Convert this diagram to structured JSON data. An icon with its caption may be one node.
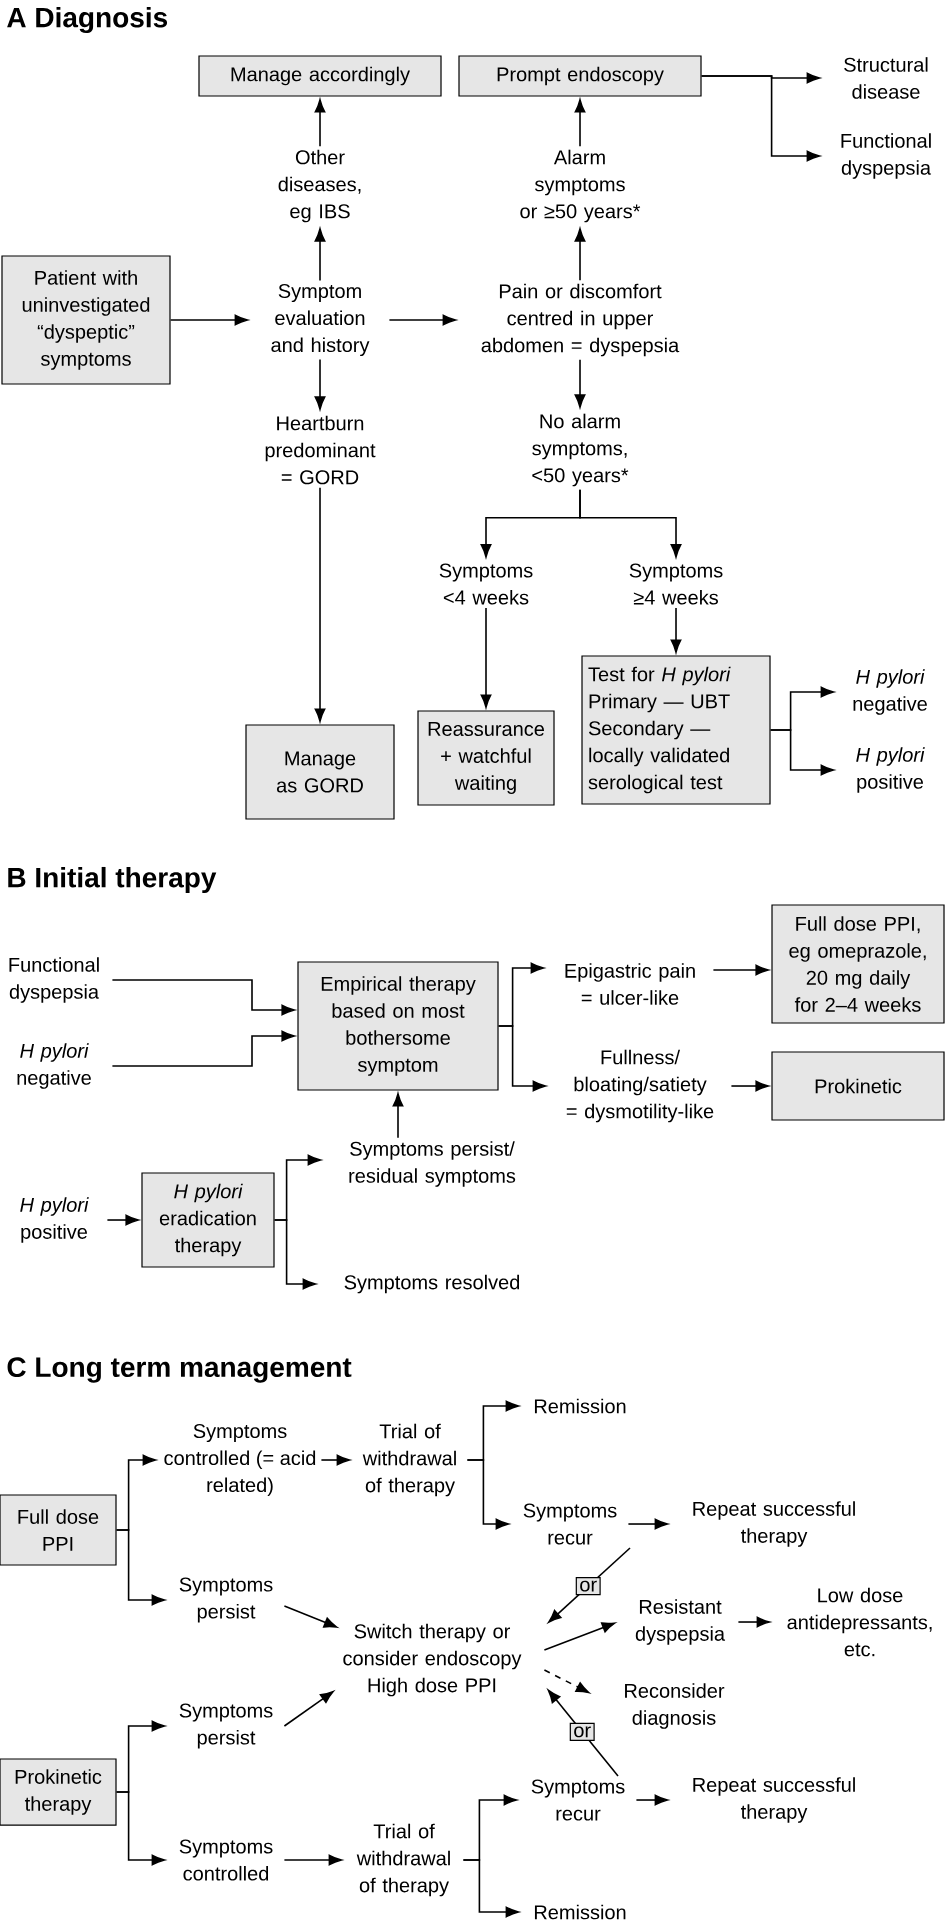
{
  "diagram": {
    "nodes": [
      {
        "text": [
          "Patient with uninvestigated “dyspeptic” symptoms"
        ]
      },
      {
        "text": [
          "Symptom evaluation and history"
        ]
      },
      {
        "text": [
          "Pain or discomfort centred in upper abdomen = dyspepsia"
        ]
      },
      {
        "text": [
          "Other diseases, eg IBS"
        ]
      },
      {
        "text": [
          "Manage accordingly"
        ]
      },
      {
        "text": [
          "Alarm symptoms or ≥50 years*"
        ]
      },
      {
        "text": [
          "Prompt endoscopy"
        ]
      },
      {
        "text": [
          "Structural disease"
        ]
      },
      {
        "text": [
          "Functional dyspepsia"
        ]
      },
      {
        "text": [
          "Heartburn predominant = GORD"
        ]
      },
      {
        "text": [
          "No alarm symptoms, <50 years*"
        ]
      },
      {
        "text": [
          "Symptoms <4 weeks"
        ]
      },
      {
        "text": [
          "Symptoms ≥4 weeks"
        ]
      },
      {
        "text": [
          "Manage as GORD"
        ]
      },
      {
        "text": [
          "Reassurance + watchful waiting"
        ]
      },
      {
        "text": [
          "Test for *H pylori*",
          "Primary — UBT",
          "Secondary — locally validated serological test"
        ]
      },
      {
        "text": [
          "*H pylori* negative"
        ]
      },
      {
        "text": [
          "*H pylori* positive"
        ]
      },
      {
        "text": [
          "Functional dyspepsia"
        ]
      },
      {
        "text": [
          "*H pylori* negative"
        ]
      },
      {
        "text": [
          "Empirical therapy based on most bothersome symptom"
        ]
      },
      {
        "text": [
          "Epigastric pain = ulcer-like"
        ]
      },
      {
        "text": [
          "Full dose PPI, eg omeprazole, 20 mg daily for 2–4 weeks"
        ]
      },
      {
        "text": [
          "Fullness/ bloating/satiety = dysmotility-like"
        ]
      },
      {
        "text": [
          "Prokinetic"
        ]
      },
      {
        "text": [
          "Symptoms persist/ residual symptoms"
        ]
      },
      {
        "text": [
          "*H pylori* positive"
        ]
      },
      {
        "text": [
          "*H pylori* eradication therapy"
        ]
      },
      {
        "text": [
          "Symptoms resolved"
        ]
      },
      {
        "text": [
          "Full dose PPI"
        ]
      },
      {
        "text": [
          "Symptoms controlled (= acid related)"
        ]
      },
      {
        "text": [
          "Trial of withdrawal of therapy"
        ]
      },
      {
        "text": [
          "Remission"
        ]
      },
      {
        "text": [
          "Symptoms recur"
        ]
      },
      {
        "text": [
          "Repeat successful therapy"
        ]
      },
      {
        "text": [
          "Symptoms persist"
        ]
      },
      {
        "text": [
          "Switch therapy or consider endoscopy High dose PPI"
        ]
      },
      {
        "text": [
          "Resistant dyspepsia"
        ]
      },
      {
        "text": [
          "Low dose antidepressants, etc."
        ]
      },
      {
        "text": [
          "Reconsider diagnosis"
        ]
      },
      {
        "text": [
          "Symptoms persist"
        ]
      },
      {
        "text": [
          "Prokinetic therapy"
        ]
      },
      {
        "text": [
          "Symptoms recur"
        ]
      },
      {
        "text": [
          "Repeat successful therapy"
        ]
      },
      {
        "text": [
          "Symptoms controlled"
        ]
      },
      {
        "text": [
          "Trial of withdrawal of therapy"
        ]
      },
      {
        "text": [
          "Remission"
        ]
      }
    ],
    "edges": [
      {
        "from": 0,
        "to": 1,
        "arrow": "to"
      },
      {
        "from": 1,
        "to": 2,
        "arrow": "to"
      },
      {
        "from": 1,
        "to": 3,
        "arrow": "to"
      },
      {
        "from": 3,
        "to": 4,
        "arrow": "to"
      },
      {
        "from": 2,
        "to": 5,
        "arrow": "to"
      },
      {
        "from": 5,
        "to": 6,
        "arrow": "to"
      },
      {
        "from": 6,
        "to": 7,
        "arrow": "to"
      },
      {
        "from": 6,
        "to": 8,
        "arrow": "to"
      },
      {
        "from": 1,
        "to": 9,
        "arrow": "to"
      },
      {
        "from": 2,
        "to": 10,
        "arrow": "to"
      },
      {
        "from": 9,
        "to": 13,
        "arrow": "to"
      },
      {
        "from": 10,
        "to": 11,
        "arrow": "to"
      },
      {
        "from": 10,
        "to": 12,
        "arrow": "to"
      },
      {
        "from": 11,
        "to": 14,
        "arrow": "to"
      },
      {
        "from": 12,
        "to": 15,
        "arrow": "to"
      },
      {
        "from": 15,
        "to": 16,
        "arrow": "to"
      },
      {
        "from": 15,
        "to": 17,
        "arrow": "to"
      },
      {
        "from": 18,
        "to": 20,
        "arrow": "to"
      },
      {
        "from": 19,
        "to": 20,
        "arrow": "to"
      },
      {
        "from": 20,
        "to": 21,
        "arrow": "to"
      },
      {
        "from": 20,
        "to": 23,
        "arrow": "to"
      },
      {
        "from": 21,
        "to": 22,
        "arrow": "to"
      },
      {
        "from": 23,
        "to": 24,
        "arrow": "to"
      },
      {
        "from": 25,
        "to": 20,
        "arrow": "to"
      },
      {
        "from": 26,
        "to": 27,
        "arrow": "to"
      },
      {
        "from": 27,
        "to": 25,
        "arrow": "to"
      },
      {
        "from": 27,
        "to": 28,
        "arrow": "to"
      },
      {
        "from": 29,
        "to": 30,
        "arrow": "to"
      },
      {
        "from": 29,
        "to": 35,
        "arrow": "to"
      },
      {
        "from": 30,
        "to": 31,
        "arrow": "to"
      },
      {
        "from": 31,
        "to": 32,
        "arrow": "to"
      },
      {
        "from": 31,
        "to": 33,
        "arrow": "to"
      },
      {
        "from": 33,
        "to": 34,
        "arrow": "to"
      },
      {
        "from": 33,
        "to": 36,
        "arrow": "to",
        "label": "or"
      },
      {
        "from": 35,
        "to": 36,
        "arrow": "to"
      },
      {
        "from": 36,
        "to": 37,
        "arrow": "to"
      },
      {
        "from": 36,
        "to": 39,
        "arrow": "to",
        "style": "dashed"
      },
      {
        "from": 37,
        "to": 38,
        "arrow": "to"
      },
      {
        "from": 40,
        "to": 36,
        "arrow": "to"
      },
      {
        "from": 42,
        "to": 36,
        "arrow": "to",
        "label": "or"
      },
      {
        "from": 41,
        "to": 40,
        "arrow": "to"
      },
      {
        "from": 41,
        "to": 44,
        "arrow": "to"
      },
      {
        "from": 44,
        "to": 45,
        "arrow": "to"
      },
      {
        "from": 45,
        "to": 42,
        "arrow": "to"
      },
      {
        "from": 45,
        "to": 46,
        "arrow": "to"
      },
      {
        "from": 42,
        "to": 43,
        "arrow": "to"
      }
    ],
    "labels": [
      "A Diagnosis",
      "B Initial therapy",
      "C Long term management"
    ]
  }
}
